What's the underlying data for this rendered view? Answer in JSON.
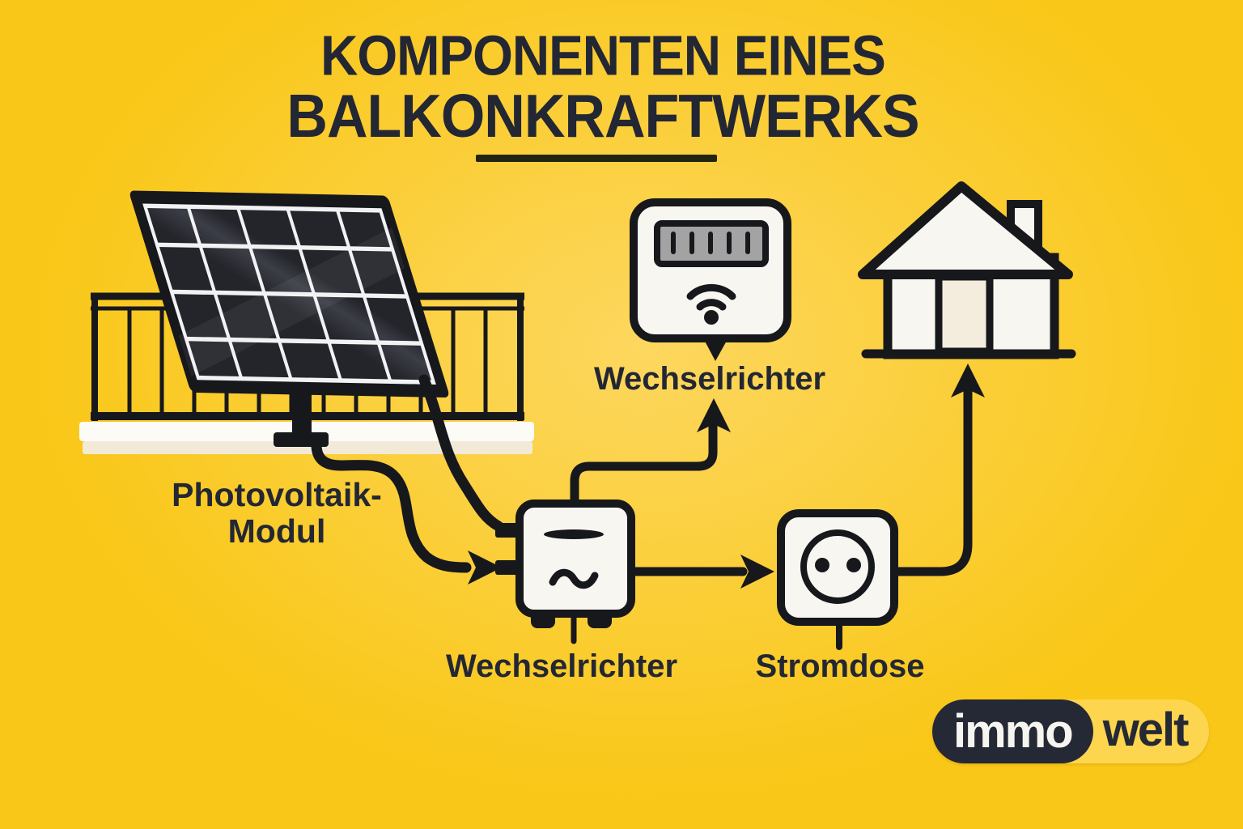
{
  "title": {
    "line1": "KOMPONENTEN EINES",
    "line2": "BALKONKRAFTWERKS"
  },
  "labels": {
    "module": {
      "line1": "Photovoltaik-",
      "line2": "Modul"
    },
    "meter": "Wechselrichter",
    "inverter": "Wechselrichter",
    "outlet": "Stromdose"
  },
  "logo": {
    "immo": "immo",
    "welt": "welt"
  },
  "icons": [
    "solar-panel-icon",
    "balcony-railing",
    "electricity-meter-icon",
    "wifi-icon",
    "inverter-icon",
    "sine-wave-icon",
    "power-outlet-icon",
    "house-icon",
    "flow-arrow-icon"
  ],
  "colors": {
    "bg": "#f9c717",
    "bg_light": "#fdd75f",
    "ink": "#17181c",
    "text": "#232734",
    "underline": "#21240f",
    "box_fill": "#f8f6f1",
    "display_gray": "#a3a3a3",
    "ledge_white": "#fcfbf6",
    "ledge_cream": "#f2ead6",
    "door_cream": "#f4edde",
    "panel_dark": "#24252b",
    "panel_glare": "#3c3e47",
    "grid_white": "#f2f2f4",
    "logo_dark": "#252935",
    "logo_yellow": "#fdd54e",
    "logo_text": "#f7f5ef"
  }
}
